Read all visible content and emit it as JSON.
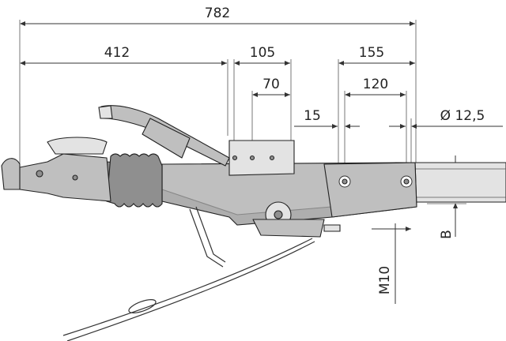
{
  "dimensions": {
    "overall_length": "782",
    "to_first_mount": "412",
    "bracket_width": "105",
    "bracket_hole": "70",
    "hole_offset": "15",
    "hole_span_outer": "155",
    "hole_span_inner": "120",
    "hole_diameter": "Ø 12,5",
    "bolt_thread": "M10",
    "height_label": "B"
  },
  "colors": {
    "body_fill": "#bfbfbf",
    "line": "#222222"
  }
}
